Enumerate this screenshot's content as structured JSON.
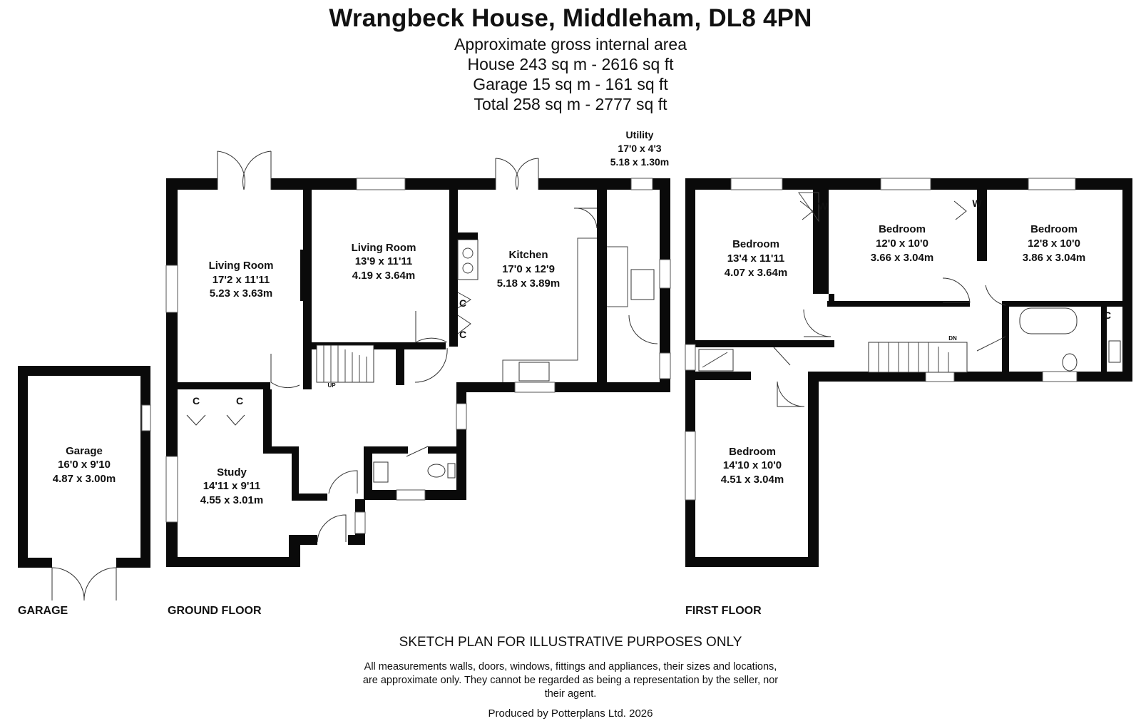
{
  "header": {
    "title": "Wrangbeck House, Middleham, DL8 4PN",
    "area_label": "Approximate gross internal area",
    "house_area": "House 243 sq m - 2616 sq ft",
    "garage_area": "Garage 15 sq m - 161 sq ft",
    "total_area": "Total 258 sq m - 2777 sq ft"
  },
  "floors": {
    "garage": "GARAGE",
    "ground": "GROUND FLOOR",
    "first": "FIRST FLOOR"
  },
  "rooms": {
    "garage": {
      "name": "Garage",
      "imperial": "16'0 x 9'10",
      "metric": "4.87 x 3.00m"
    },
    "living_room_1": {
      "name": "Living Room",
      "imperial": "17'2 x 11'11",
      "metric": "5.23 x 3.63m"
    },
    "living_room_2": {
      "name": "Living Room",
      "imperial": "13'9 x 11'11",
      "metric": "4.19 x 3.64m"
    },
    "kitchen": {
      "name": "Kitchen",
      "imperial": "17'0 x 12'9",
      "metric": "5.18 x 3.89m"
    },
    "utility": {
      "name": "Utility",
      "imperial": "17'0 x 4'3",
      "metric": "5.18 x 1.30m"
    },
    "study": {
      "name": "Study",
      "imperial": "14'11 x 9'11",
      "metric": "4.55 x 3.01m"
    },
    "bedroom_1": {
      "name": "Bedroom",
      "imperial": "13'4 x 11'11",
      "metric": "4.07 x 3.64m"
    },
    "bedroom_2": {
      "name": "Bedroom",
      "imperial": "12'0 x 10'0",
      "metric": "3.66 x 3.04m"
    },
    "bedroom_3": {
      "name": "Bedroom",
      "imperial": "12'8 x 10'0",
      "metric": "3.86 x 3.04m"
    },
    "bedroom_4": {
      "name": "Bedroom",
      "imperial": "14'10 x 10'0",
      "metric": "4.51 x 3.04m"
    }
  },
  "markers": {
    "cupboard": "C",
    "wardrobe": "W",
    "stairs_up": "UP",
    "stairs_down": "DN"
  },
  "footer": {
    "sketch_note": "SKETCH PLAN FOR ILLUSTRATIVE PURPOSES ONLY",
    "disclaimer": "All measurements walls, doors, windows, fittings and appliances, their sizes and locations, are approximate only. They cannot be regarded as being a representation by the seller, nor their agent.",
    "produced_by": "Produced by Potterplans Ltd. 2026"
  }
}
